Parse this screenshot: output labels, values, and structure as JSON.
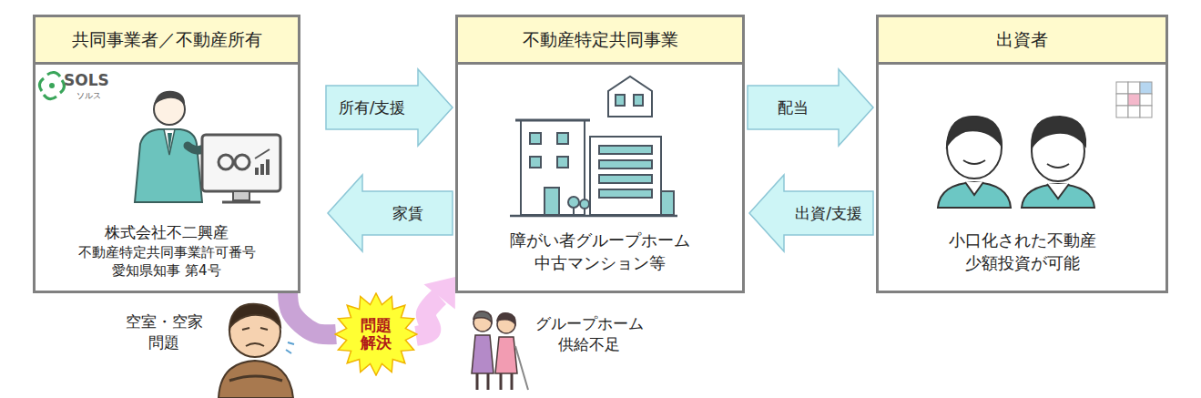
{
  "diagram": {
    "nodes": [
      {
        "text": [
          "共同事業者／不動産所有",
          "株式会社不二興産",
          "不動産特定共同事業許可番号 愛知県知事 第4号"
        ]
      },
      {
        "text": [
          "不動産特定共同事業",
          "障がい者グループホーム 中古マンション等"
        ]
      },
      {
        "text": [
          "出資者",
          "小口化された不動産 少額投資が可能"
        ]
      },
      {
        "text": [
          "問題 解決"
        ]
      }
    ],
    "edges": [
      {
        "from": 0,
        "to": 1,
        "label": "所有/支援",
        "arrow": "to"
      },
      {
        "from": 1,
        "to": 0,
        "label": "家賃",
        "arrow": "to"
      },
      {
        "from": 1,
        "to": 2,
        "label": "配当",
        "arrow": "to"
      },
      {
        "from": 2,
        "to": 1,
        "label": "出資/支援",
        "arrow": "to"
      },
      {
        "from": 0,
        "to": 3,
        "arrow": "none"
      },
      {
        "from": 3,
        "to": 1,
        "arrow": "to"
      }
    ],
    "labels": [
      "SOLS",
      "ソルス",
      "空室・空家 問題",
      "グループホーム 供給不足"
    ]
  }
}
